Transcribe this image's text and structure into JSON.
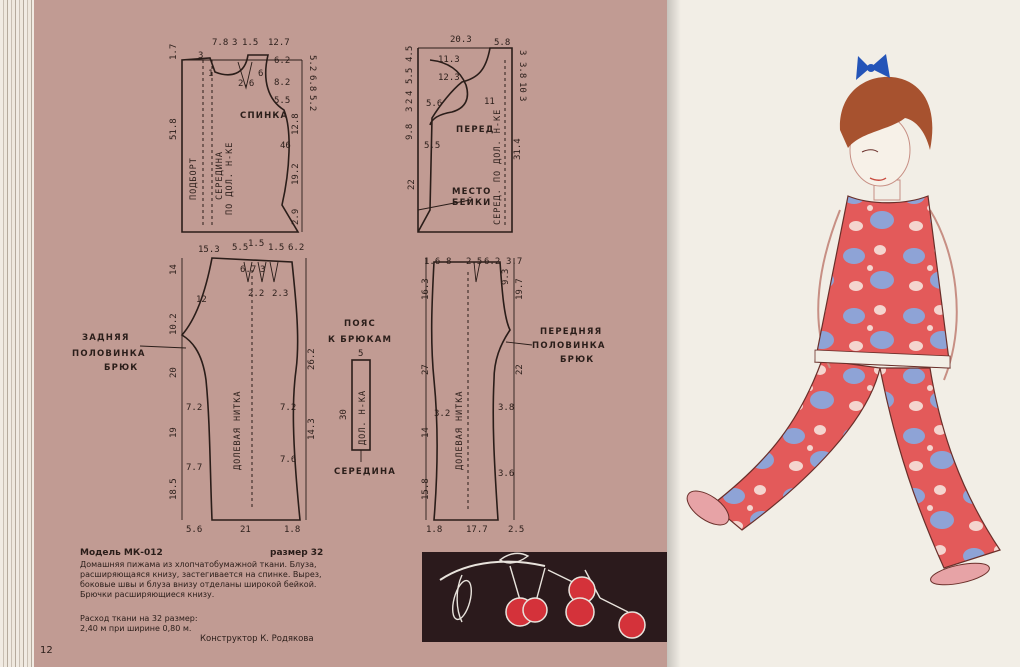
{
  "colors": {
    "left_page": "#c19b93",
    "right_page": "#f2eee6",
    "ink": "#2a1d19",
    "cherry_panel": "#2b1a1c",
    "cherry_red": "#d4323a",
    "thumb_blue": "#2f8fd0",
    "fabric_red": "#e35a5a",
    "fabric_blue": "#8ea3d6",
    "hair": "#a7522f",
    "bow": "#2454b8"
  },
  "blouse_back": {
    "label": "СПИНКА",
    "vertical_labels": [
      "ПОДБОРТ",
      "СЕРЕДИНА",
      "ПО ДОЛ. Н-КЕ"
    ],
    "measurements": [
      "1.7",
      "7.8",
      "3",
      "1.5",
      "12.7",
      "3",
      "6.2",
      "6",
      "2.6",
      "8.2",
      "5.5",
      "51.8",
      "12.8",
      "46",
      "19.2",
      "2.9",
      "1",
      "5.2",
      "6.8",
      "5.2"
    ]
  },
  "blouse_front": {
    "label": "ПЕРЕД",
    "seam_label_1": "МЕСТО",
    "seam_label_2": "БЕЙКИ",
    "vertical_labels": [
      "СЕРЕД. ПО ДОЛ. Н-КЕ"
    ],
    "measurements": [
      "20.3",
      "5.8",
      "11.3",
      "12.3",
      "5.6",
      "11",
      "9.8",
      "5.5",
      "22",
      "31.4",
      "3",
      "3.8",
      "10",
      "3",
      "4.5",
      "5.5",
      "4",
      "2",
      "3"
    ]
  },
  "trousers_back": {
    "label_lines": [
      "ЗАДНЯЯ",
      "ПОЛОВИНКА",
      "БРЮК"
    ],
    "vertical_labels": [
      "ДОЛЕВАЯ НИТКА"
    ],
    "measurements": [
      "15.3",
      "5.5",
      "1.5",
      "1.5",
      "6.2",
      "14",
      "6.7",
      "3",
      "2.2",
      "2.3",
      "12",
      "10.2",
      "26.2",
      "20",
      "7.2",
      "7.2",
      "19",
      "14.3",
      "7.7",
      "7.6",
      "18.5",
      "5.6",
      "21",
      "1.8"
    ]
  },
  "belt": {
    "title_lines": [
      "ПОЯС",
      "К БРЮКАМ"
    ],
    "width": "5",
    "length": "30",
    "vertical_label": "ДОЛ. Н-КА",
    "middle_label": "СЕРЕДИНА"
  },
  "trousers_front": {
    "label_lines": [
      "ПЕРЕДНЯЯ",
      "ПОЛОВИНКА",
      "БРЮК"
    ],
    "vertical_labels": [
      "ДОЛЕВАЯ НИТКА"
    ],
    "measurements": [
      "1.6",
      "8",
      "2.5",
      "6.2",
      "3.7",
      "16.3",
      "9.3",
      "19.7",
      "27",
      "22",
      "3.2",
      "3.8",
      "14",
      "3.6",
      "15.8",
      "1.8",
      "17.7",
      "2.5"
    ]
  },
  "text_block": {
    "model": "Модель МК-012",
    "size": "размер 32",
    "description": "Домашняя пижама из хлопчатобумажной ткани. Блуза, расширяющаяся книзу, застегивается на спинке. Вырез, боковые швы и блуза внизу отделаны широкой бейкой. Брючки расширяющиеся книзу.",
    "fabric_label": "Расход ткани на 32 размер:",
    "fabric_value": "2,40 м при ширине 0,80 м.",
    "designer": "Конструктор К. Родякова"
  },
  "page_number": "12"
}
